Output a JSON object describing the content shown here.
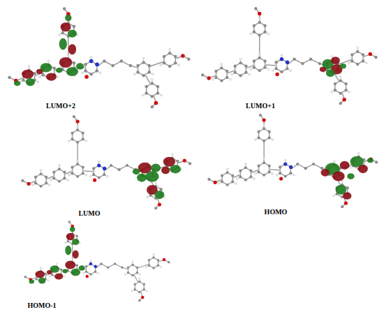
{
  "diagram": {
    "labels": [
      "LUMO+2",
      "LUMO+1",
      "LUMO",
      "HOMO",
      "HOMO-1"
    ]
  }
}
